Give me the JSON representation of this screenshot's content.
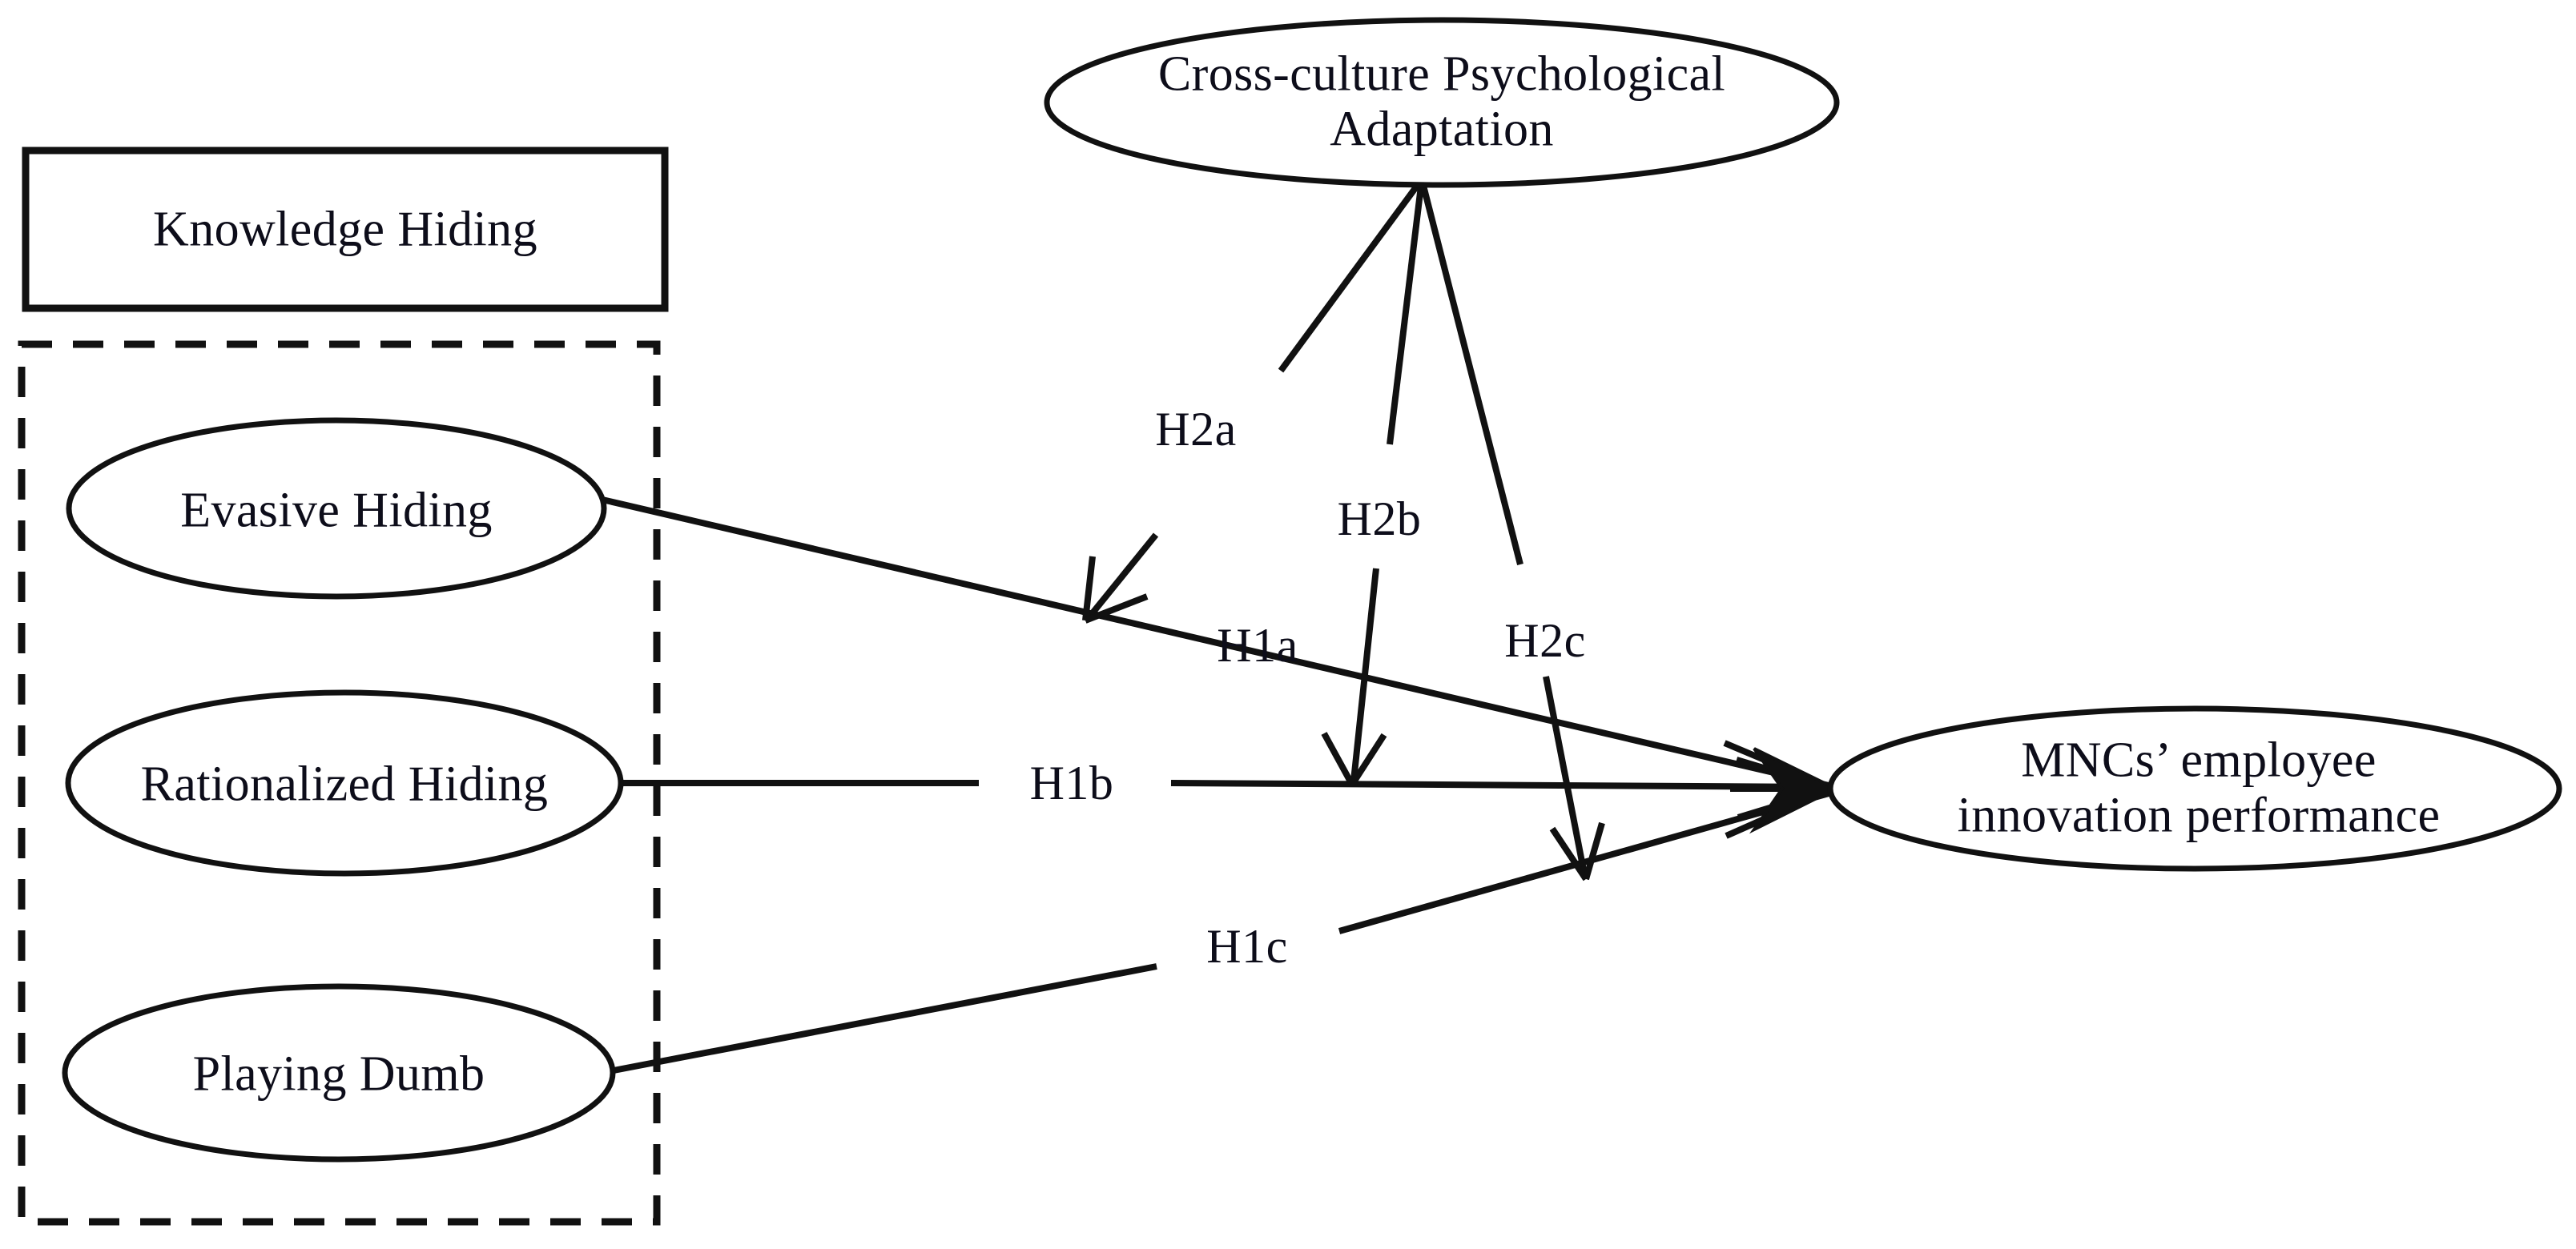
{
  "diagram": {
    "type": "conceptual-research-model",
    "background_color": "#ffffff",
    "line_color": "#111111",
    "text_color": "#0d0d1a",
    "group_box_label": "Knowledge Hiding",
    "nodes": {
      "moderator": "Cross-culture Psychological\nAdaptation",
      "predictor_1": "Evasive Hiding",
      "predictor_2": "Rationalized Hiding",
      "predictor_3": "Playing Dumb",
      "outcome": "MNCs’ employee\ninnovation performance"
    },
    "hypotheses": [
      {
        "id": "H1a",
        "label": "H1a",
        "from": "Evasive Hiding",
        "to": "MNCs’ employee innovation performance"
      },
      {
        "id": "H1b",
        "label": "H1b",
        "from": "Rationalized Hiding",
        "to": "MNCs’ employee innovation performance"
      },
      {
        "id": "H1c",
        "label": "H1c",
        "from": "Playing Dumb",
        "to": "MNCs’ employee innovation performance"
      },
      {
        "id": "H2a",
        "label": "H2a",
        "from": "Cross-culture Psychological Adaptation",
        "to": "H1a path"
      },
      {
        "id": "H2b",
        "label": "H2b",
        "from": "Cross-culture Psychological Adaptation",
        "to": "H1b path"
      },
      {
        "id": "H2c",
        "label": "H2c",
        "from": "Cross-culture Psychological Adaptation",
        "to": "H1c path"
      }
    ]
  }
}
